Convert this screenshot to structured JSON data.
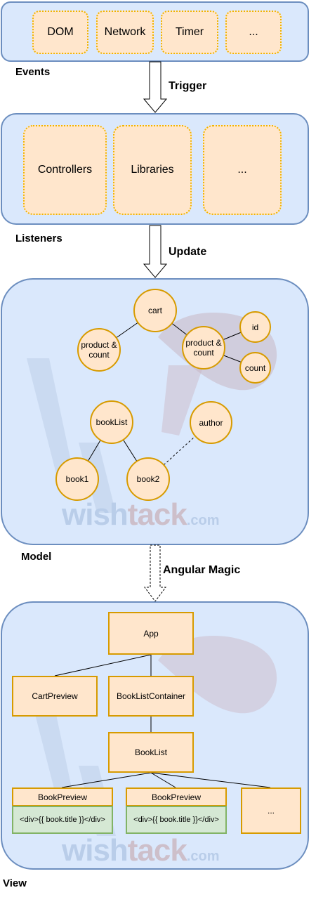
{
  "events": {
    "items": [
      "DOM",
      "Network",
      "Timer",
      "..."
    ],
    "label": "Events"
  },
  "arrow1_label": "Trigger",
  "listeners": {
    "items": [
      "Controllers",
      "Libraries",
      "..."
    ],
    "label": "Listeners"
  },
  "arrow2_label": "Update",
  "model": {
    "label": "Model",
    "nodes": {
      "cart": "cart",
      "product_count_left": "product & count",
      "product_count_right": "product & count",
      "id": "id",
      "count": "count",
      "bookList": "bookList",
      "author": "author",
      "book1": "book1",
      "book2": "book2"
    },
    "watermark": {
      "text_a": "wish",
      "text_b": "tack",
      "text_c": ".com"
    }
  },
  "arrow3_label": "Angular Magic",
  "view": {
    "label": "View",
    "nodes": {
      "app": "App",
      "cart_preview": "CartPreview",
      "book_list_container": "BookListContainer",
      "book_list": "BookList",
      "book_preview_1": "BookPreview",
      "book_preview_2": "BookPreview",
      "code_1": "<div>{{ book.title }}</div>",
      "code_2": "<div>{{ book.title }}</div>",
      "more": "..."
    },
    "watermark": {
      "text_a": "wish",
      "text_b": "tack",
      "text_c": ".com"
    }
  },
  "colors": {
    "panel_fill": "#dae8fc",
    "panel_stroke": "#6c8ebf",
    "node_fill": "#ffe6cc",
    "node_stroke": "#d79b00",
    "code_fill": "#d5e8d4",
    "code_stroke": "#82b366"
  }
}
